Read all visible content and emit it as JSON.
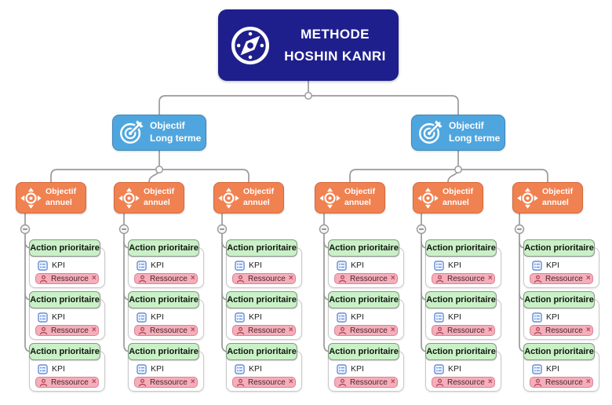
{
  "title": "METHODE HOSHIN KANRI",
  "colors": {
    "root_bg": "#1e1f8c",
    "long_term_bg": "#4fa6df",
    "long_term_border": "#3a86bc",
    "annual_bg": "#f08150",
    "annual_border": "#d6693b",
    "action_bg": "#c8f1c5",
    "action_border": "#8b978b",
    "resource_bg": "#f5aeba",
    "resource_border": "#db8292",
    "connector": "#9a9a9a"
  },
  "icons": {
    "root": "compass-icon",
    "long_term": "dart-target-icon",
    "annual": "crosshair-target-icon",
    "kpi": "list-icon",
    "resource": "person-icon",
    "remove": "x-icon",
    "collapse": "minus-icon"
  },
  "tree": {
    "root": {
      "label_lines": [
        "METHODE",
        "HOSHIN KANRI"
      ]
    },
    "long_term_objectives": [
      {
        "label_lines": [
          "Objectif",
          "Long terme"
        ],
        "annual_objectives": [
          {
            "label_lines": [
              "Objectif",
              "annuel"
            ],
            "collapse_symbol": "−",
            "actions": [
              {
                "label": "Action prioritaire",
                "kpi": "KPI",
                "resource": "Ressource",
                "remove": "×"
              },
              {
                "label": "Action prioritaire",
                "kpi": "KPI",
                "resource": "Ressource",
                "remove": "×"
              },
              {
                "label": "Action prioritaire",
                "kpi": "KPI",
                "resource": "Ressource",
                "remove": "×"
              }
            ]
          },
          {
            "label_lines": [
              "Objectif",
              "annuel"
            ],
            "collapse_symbol": "−",
            "actions": [
              {
                "label": "Action prioritaire",
                "kpi": "KPI",
                "resource": "Ressource",
                "remove": "×"
              },
              {
                "label": "Action prioritaire",
                "kpi": "KPI",
                "resource": "Ressource",
                "remove": "×"
              },
              {
                "label": "Action prioritaire",
                "kpi": "KPI",
                "resource": "Ressource",
                "remove": "×"
              }
            ]
          },
          {
            "label_lines": [
              "Objectif",
              "annuel"
            ],
            "collapse_symbol": "−",
            "actions": [
              {
                "label": "Action prioritaire",
                "kpi": "KPI",
                "resource": "Ressource",
                "remove": "×"
              },
              {
                "label": "Action prioritaire",
                "kpi": "KPI",
                "resource": "Ressource",
                "remove": "×"
              },
              {
                "label": "Action prioritaire",
                "kpi": "KPI",
                "resource": "Ressource",
                "remove": "×"
              }
            ]
          }
        ]
      },
      {
        "label_lines": [
          "Objectif",
          "Long terme"
        ],
        "annual_objectives": [
          {
            "label_lines": [
              "Objectif",
              "annuel"
            ],
            "collapse_symbol": "−",
            "actions": [
              {
                "label": "Action prioritaire",
                "kpi": "KPI",
                "resource": "Ressource",
                "remove": "×"
              },
              {
                "label": "Action prioritaire",
                "kpi": "KPI",
                "resource": "Ressource",
                "remove": "×"
              },
              {
                "label": "Action prioritaire",
                "kpi": "KPI",
                "resource": "Ressource",
                "remove": "×"
              }
            ]
          },
          {
            "label_lines": [
              "Objectif",
              "annuel"
            ],
            "collapse_symbol": "−",
            "actions": [
              {
                "label": "Action prioritaire",
                "kpi": "KPI",
                "resource": "Ressource",
                "remove": "×"
              },
              {
                "label": "Action prioritaire",
                "kpi": "KPI",
                "resource": "Ressource",
                "remove": "×"
              },
              {
                "label": "Action prioritaire",
                "kpi": "KPI",
                "resource": "Ressource",
                "remove": "×"
              }
            ]
          },
          {
            "label_lines": [
              "Objectif",
              "annuel"
            ],
            "collapse_symbol": "−",
            "actions": [
              {
                "label": "Action prioritaire",
                "kpi": "KPI",
                "resource": "Ressource",
                "remove": "×"
              },
              {
                "label": "Action prioritaire",
                "kpi": "KPI",
                "resource": "Ressource",
                "remove": "×"
              },
              {
                "label": "Action prioritaire",
                "kpi": "KPI",
                "resource": "Ressource",
                "remove": "×"
              }
            ]
          }
        ]
      }
    ]
  }
}
